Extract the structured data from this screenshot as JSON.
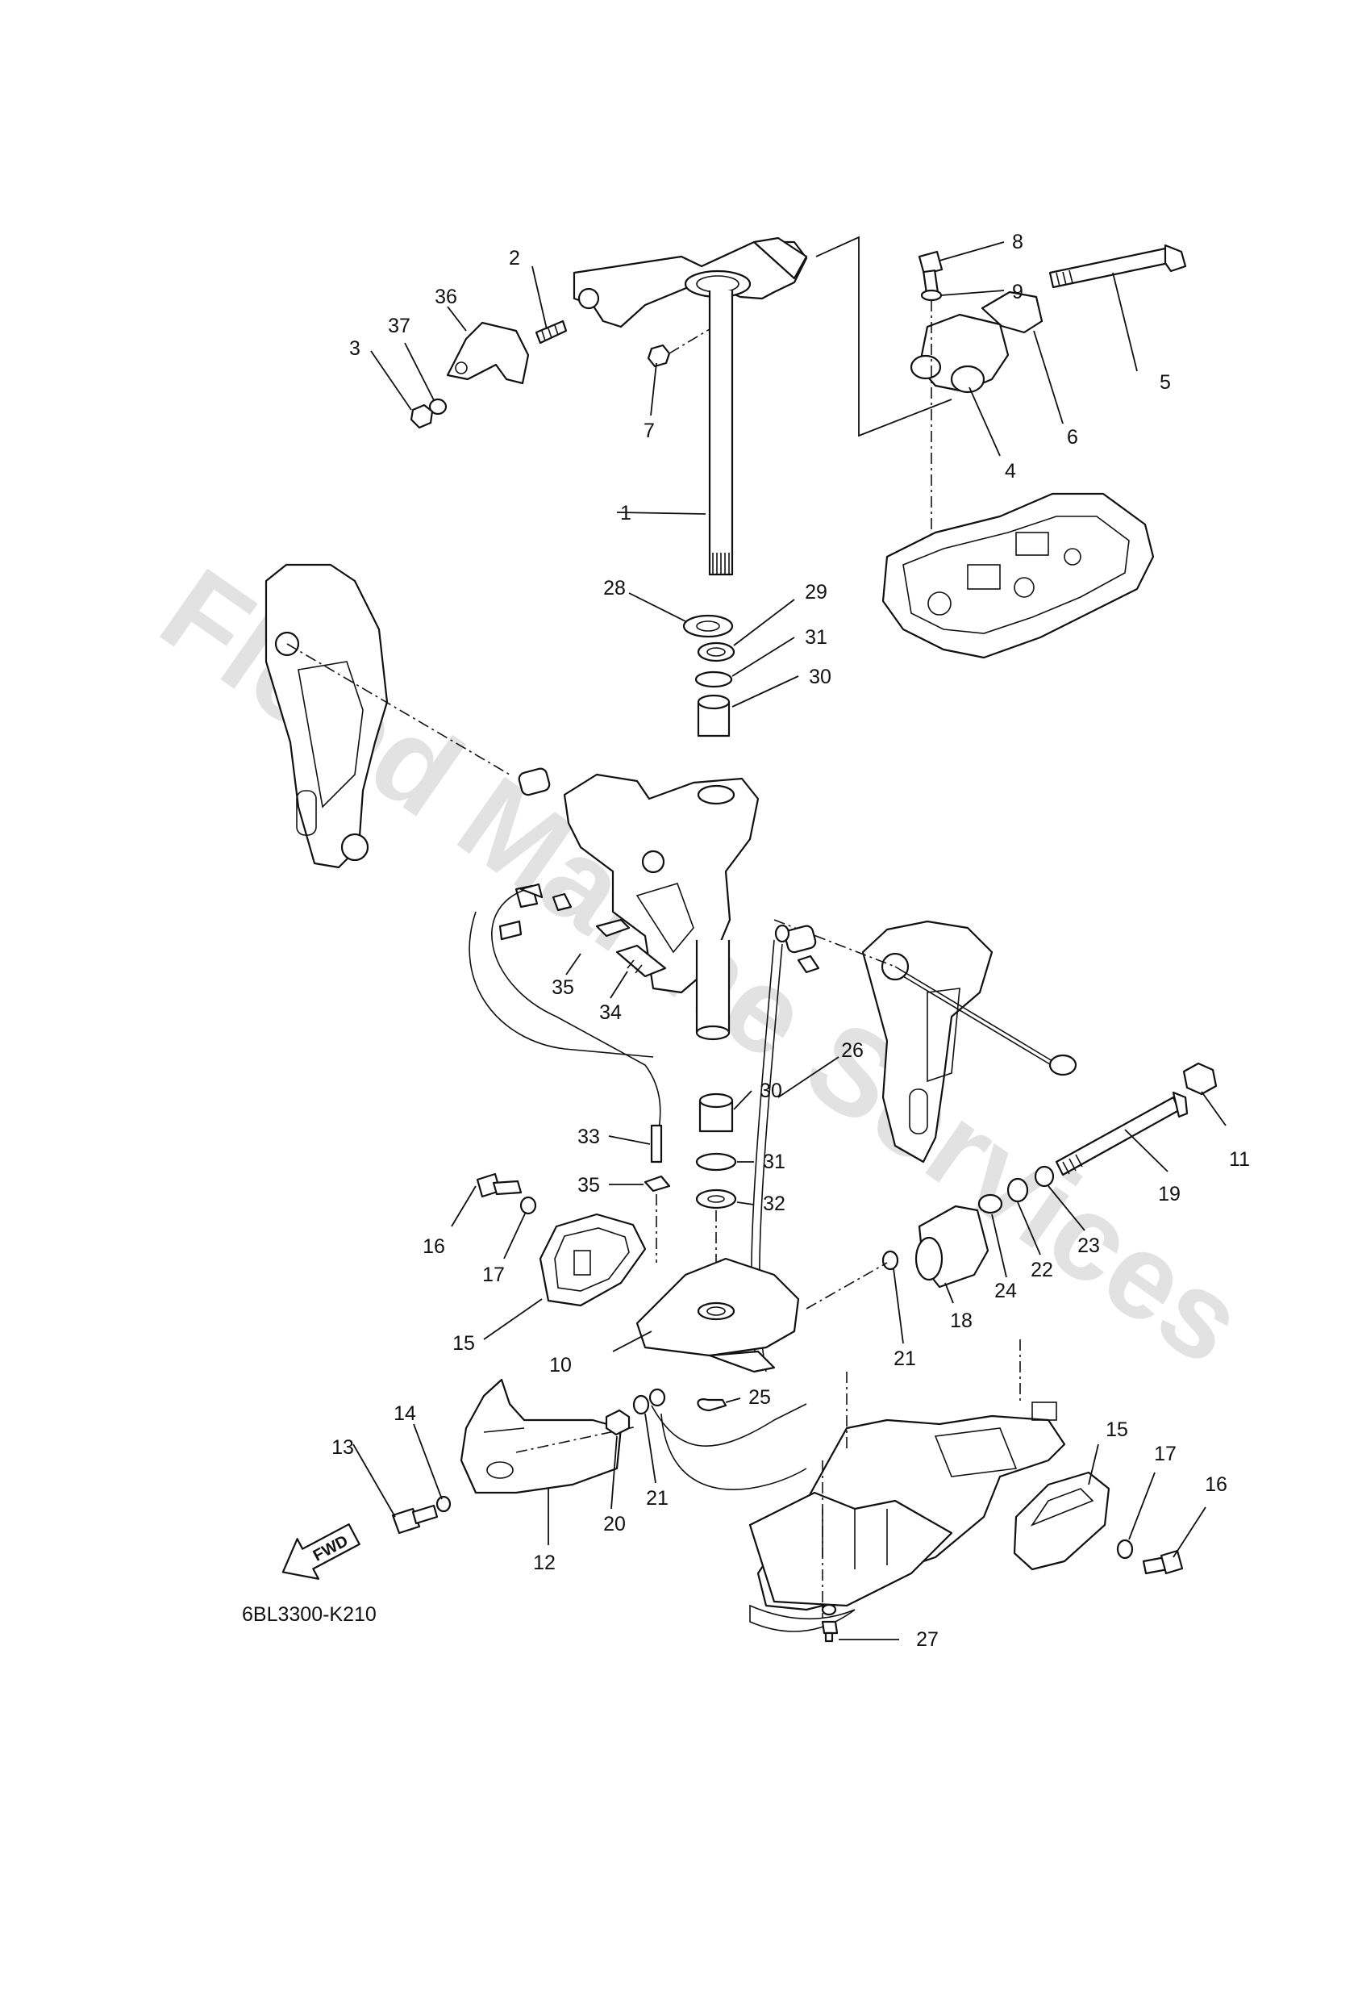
{
  "watermark": "Flood Marine Services",
  "drawing_code": "6BL3300-K210",
  "fwd_label": "FWD",
  "callouts": [
    {
      "id": "c1",
      "text": "1"
    },
    {
      "id": "c2",
      "text": "2"
    },
    {
      "id": "c3",
      "text": "3"
    },
    {
      "id": "c4",
      "text": "4"
    },
    {
      "id": "c5",
      "text": "5"
    },
    {
      "id": "c6",
      "text": "6"
    },
    {
      "id": "c7",
      "text": "7"
    },
    {
      "id": "c8",
      "text": "8"
    },
    {
      "id": "c9",
      "text": "9"
    },
    {
      "id": "c10",
      "text": "10"
    },
    {
      "id": "c11",
      "text": "11"
    },
    {
      "id": "c12",
      "text": "12"
    },
    {
      "id": "c13",
      "text": "13"
    },
    {
      "id": "c14",
      "text": "14"
    },
    {
      "id": "c15a",
      "text": "15"
    },
    {
      "id": "c15b",
      "text": "15"
    },
    {
      "id": "c16a",
      "text": "16"
    },
    {
      "id": "c16b",
      "text": "16"
    },
    {
      "id": "c17a",
      "text": "17"
    },
    {
      "id": "c17b",
      "text": "17"
    },
    {
      "id": "c18",
      "text": "18"
    },
    {
      "id": "c19",
      "text": "19"
    },
    {
      "id": "c20",
      "text": "20"
    },
    {
      "id": "c21a",
      "text": "21"
    },
    {
      "id": "c21b",
      "text": "21"
    },
    {
      "id": "c22",
      "text": "22"
    },
    {
      "id": "c23",
      "text": "23"
    },
    {
      "id": "c24",
      "text": "24"
    },
    {
      "id": "c25",
      "text": "25"
    },
    {
      "id": "c26",
      "text": "26"
    },
    {
      "id": "c27",
      "text": "27"
    },
    {
      "id": "c28",
      "text": "28"
    },
    {
      "id": "c29",
      "text": "29"
    },
    {
      "id": "c30a",
      "text": "30"
    },
    {
      "id": "c30b",
      "text": "30"
    },
    {
      "id": "c31a",
      "text": "31"
    },
    {
      "id": "c31b",
      "text": "31"
    },
    {
      "id": "c32",
      "text": "32"
    },
    {
      "id": "c33",
      "text": "33"
    },
    {
      "id": "c34",
      "text": "34"
    },
    {
      "id": "c35a",
      "text": "35"
    },
    {
      "id": "c35b",
      "text": "35"
    },
    {
      "id": "c36",
      "text": "36"
    },
    {
      "id": "c37",
      "text": "37"
    }
  ]
}
